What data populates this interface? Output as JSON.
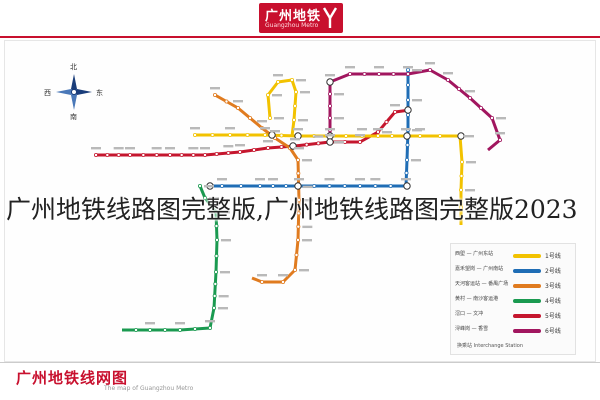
{
  "header": {
    "logo_cn": "广州地铁",
    "logo_en": "Guangzhou Metro"
  },
  "compass": {
    "north": "北",
    "south": "南",
    "east": "东",
    "west": "西"
  },
  "lines": [
    {
      "id": "line1",
      "color": "#f2c200",
      "legend_term": "西塱 — 广州东站",
      "legend_label": "1号线"
    },
    {
      "id": "line2",
      "color": "#1f6db5",
      "legend_term": "嘉禾望岗 — 广州南站",
      "legend_label": "2号线"
    },
    {
      "id": "line3",
      "color": "#e07b1f",
      "legend_term": "天河客运站 — 番禺广场",
      "legend_label": "3号线"
    },
    {
      "id": "line4",
      "color": "#1a9a50",
      "legend_term": "黄村 — 南沙客运港",
      "legend_label": "4号线"
    },
    {
      "id": "line5",
      "color": "#c5162e",
      "legend_term": "滘口 — 文冲",
      "legend_label": "5号线"
    },
    {
      "id": "line6",
      "color": "#a1165f",
      "legend_term": "浔峰岗 — 香雪",
      "legend_label": "6号线"
    }
  ],
  "legend_note": "换乘站 Interchange Station",
  "footer": {
    "title": "广州地铁线网图",
    "subtitle": "The map of Guangzhou Metro"
  },
  "watermark": "广州地铁线路图完整版,广州地铁线路图完整版2023"
}
